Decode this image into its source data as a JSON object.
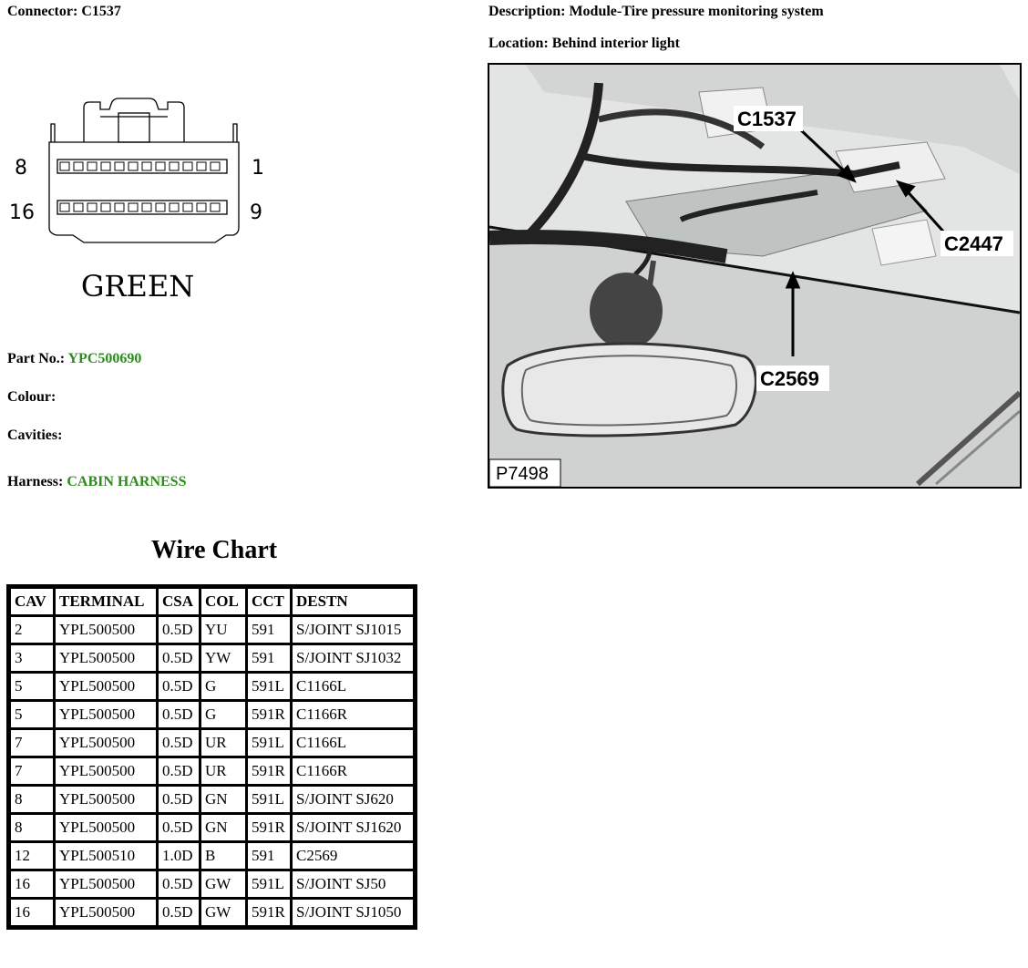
{
  "connector": {
    "label": "Connector:",
    "value": "C1537"
  },
  "description": {
    "label": "Description:",
    "value": "Module-Tire pressure monitoring system"
  },
  "location": {
    "label": "Location:",
    "value": "Behind interior light"
  },
  "diagram": {
    "pin_top_left": "8",
    "pin_top_right": "1",
    "pin_bottom_left": "16",
    "pin_bottom_right": "9",
    "colour_text": "GREEN"
  },
  "part": {
    "label": "Part No.:",
    "value": "YPC500690"
  },
  "colour": {
    "label": "Colour:",
    "value": ""
  },
  "cavities": {
    "label": "Cavities:",
    "value": ""
  },
  "harness": {
    "label": "Harness:",
    "value": "CABIN HARNESS"
  },
  "photo": {
    "callout_1": "C1537",
    "callout_2": "C2447",
    "callout_3": "C2569",
    "ref": "P7498"
  },
  "wire_chart": {
    "title": "Wire Chart",
    "headers": [
      "CAV",
      "TERMINAL",
      "CSA",
      "COL",
      "CCT",
      "DESTN"
    ],
    "rows": [
      [
        "2",
        "YPL500500",
        "0.5D",
        "YU",
        "591",
        "S/JOINT SJ1015"
      ],
      [
        "3",
        "YPL500500",
        "0.5D",
        "YW",
        "591",
        "S/JOINT SJ1032"
      ],
      [
        "5",
        "YPL500500",
        "0.5D",
        "G",
        "591L",
        "C1166L"
      ],
      [
        "5",
        "YPL500500",
        "0.5D",
        "G",
        "591R",
        "C1166R"
      ],
      [
        "7",
        "YPL500500",
        "0.5D",
        "UR",
        "591L",
        "C1166L"
      ],
      [
        "7",
        "YPL500500",
        "0.5D",
        "UR",
        "591R",
        "C1166R"
      ],
      [
        "8",
        "YPL500500",
        "0.5D",
        "GN",
        "591L",
        "S/JOINT SJ620"
      ],
      [
        "8",
        "YPL500500",
        "0.5D",
        "GN",
        "591R",
        "S/JOINT SJ1620"
      ],
      [
        "12",
        "YPL500510",
        "1.0D",
        "B",
        "591",
        "C2569"
      ],
      [
        "16",
        "YPL500500",
        "0.5D",
        "GW",
        "591L",
        "S/JOINT SJ50"
      ],
      [
        "16",
        "YPL500500",
        "0.5D",
        "GW",
        "591R",
        "S/JOINT SJ1050"
      ]
    ]
  }
}
